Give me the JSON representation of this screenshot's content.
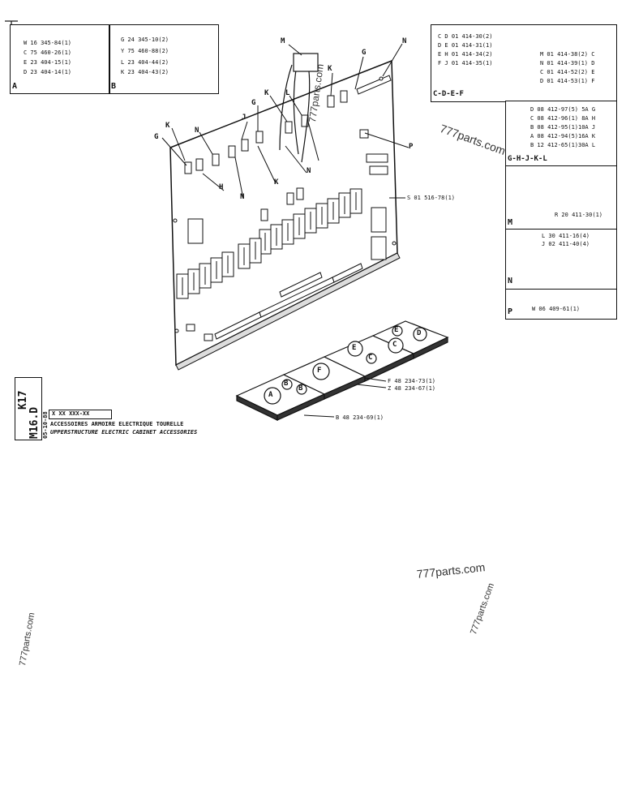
{
  "box_ab": {
    "rows_left": [
      "W 16 345-84(1)",
      "C 75 460-26(1)",
      "E 23 404-15(1)",
      "D 23 404-14(1)"
    ],
    "rows_right": [
      "G 24 345-10(2)",
      "Y 75 460-88(2)",
      "L 23 404-44(2)",
      "K 23 404-43(2)"
    ],
    "label_a": "A",
    "label_b": "B"
  },
  "box_cdef": {
    "rows_left": [
      "C D 01 414-30(2)",
      "D E 01 414-31(1)",
      "E H 01 414-34(2)",
      "F J 01 414-35(1)"
    ],
    "rows_right": [
      "M 01 414-38(2) C",
      "N 01 414-39(1) D",
      "C 01 414-52(2) E",
      "D 01 414-53(1) F"
    ],
    "footer": "C-D-E-F"
  },
  "box_ghjkl": {
    "rows": [
      "D 08 412-97(5) 5A G",
      "C 08 412-96(1) 8A H",
      "B 08 412-95(1)10A J",
      "A 08 412-94(5)16A K",
      "B 12 412-65(1)30A L"
    ],
    "footer": "G-H-J-K-L"
  },
  "box_m": {
    "part": "R 20 411-30(1)",
    "label": "M"
  },
  "box_n": {
    "rows": [
      "L 30 411-16(4)",
      "J 02 411-40(4)"
    ],
    "label": "N"
  },
  "box_p": {
    "part": "W 06 409-61(1)",
    "label": "P"
  },
  "board": {
    "part": "S 01 516-78(1)",
    "callouts": [
      "M",
      "N",
      "G",
      "G",
      "K",
      "L",
      "J",
      "K",
      "K",
      "G",
      "N",
      "H",
      "N",
      "K",
      "P",
      "N"
    ]
  },
  "plates": {
    "labels_left": [
      "A",
      "B",
      "B",
      "F"
    ],
    "labels_right": [
      "E",
      "D",
      "C",
      "E",
      "C"
    ],
    "parts": [
      "F 48 234-73(1)",
      "Z 48 234-67(1)",
      "B 48 234-69(1)"
    ]
  },
  "title_block": {
    "code_top": "K17",
    "code_bottom": "M16.D",
    "ref": "X XX XXX-XX",
    "title_fr": "ACCESSOIRES ARMOIRE ELECTRIQUE TOURELLE",
    "title_en": "UPPERSTRUCTURE ELECTRIC CABINET ACCESSORIES",
    "date": "05-10-88"
  },
  "watermark": {
    "text": "777parts.com"
  }
}
